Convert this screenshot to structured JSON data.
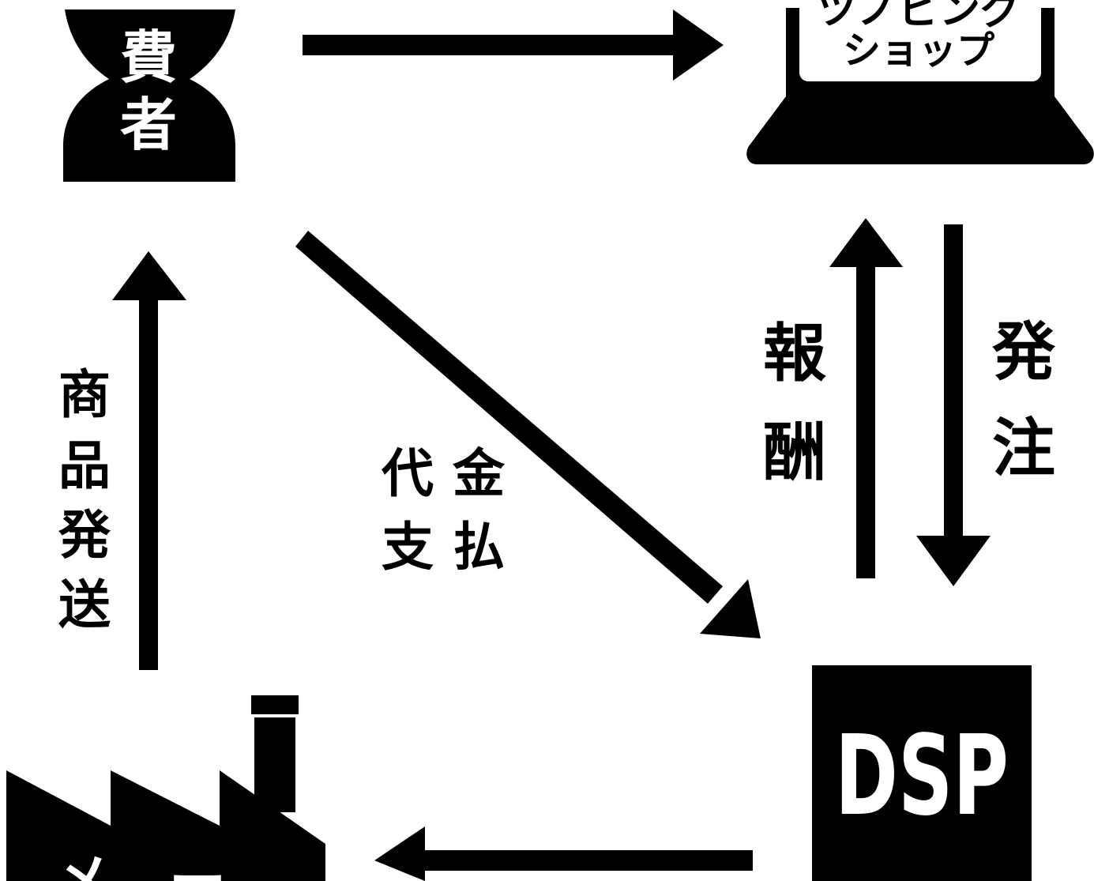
{
  "nodes": {
    "consumer": {
      "label_chars": [
        "費",
        "者"
      ]
    },
    "shop": {
      "label_lines": [
        "ツノビング",
        "ショップ"
      ]
    },
    "dsp": {
      "label": "DSP"
    },
    "maker": {
      "label_chars": [
        "メ",
        "ー"
      ]
    }
  },
  "edges": {
    "shipping": {
      "label_chars": [
        "商",
        "品",
        "発",
        "送"
      ]
    },
    "payment": {
      "label_col_left": [
        "代",
        "支"
      ],
      "label_col_right": [
        "金",
        "払"
      ]
    },
    "reward": {
      "label_chars": [
        "報",
        "酬"
      ]
    },
    "order": {
      "label_chars": [
        "発",
        "注"
      ]
    }
  },
  "colors": {
    "ink": "#000000",
    "paper": "#ffffff"
  }
}
